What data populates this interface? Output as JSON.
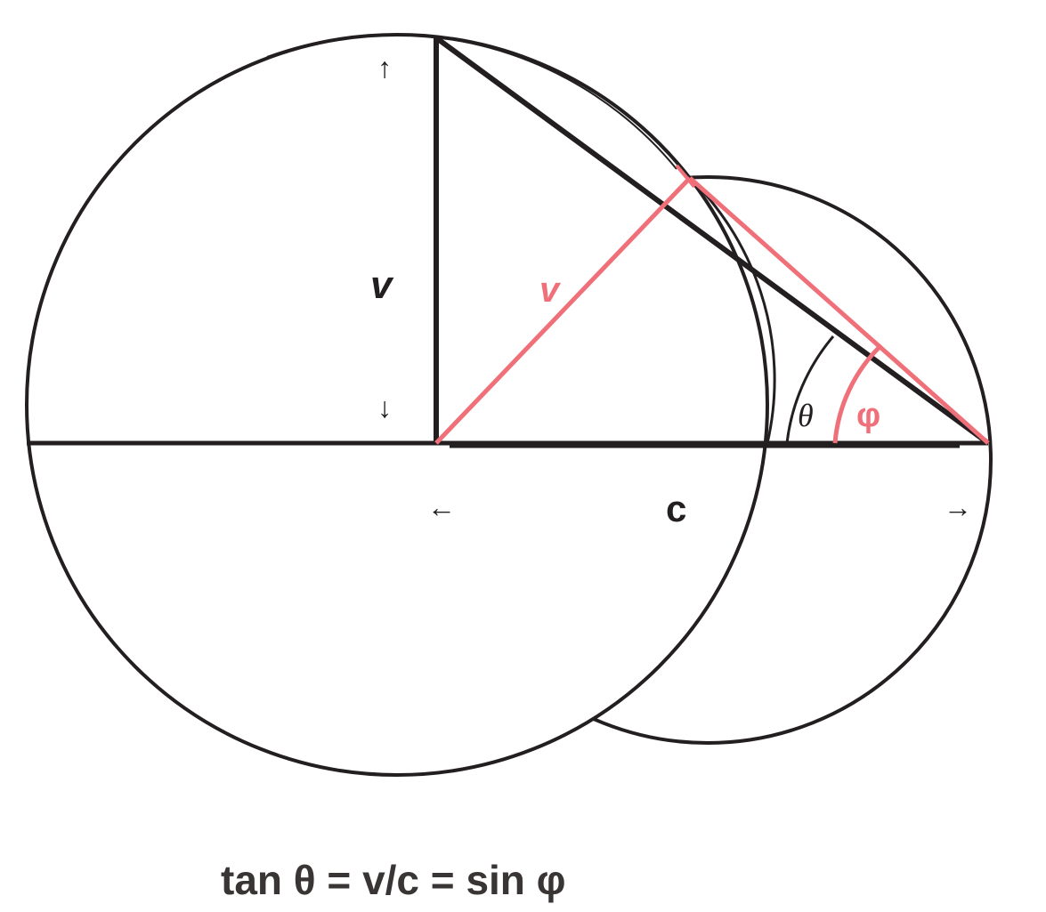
{
  "labels": {
    "v_black": "v",
    "v_red": "v",
    "c": "c",
    "theta": "θ",
    "phi": "φ",
    "arrow_up": "↑",
    "arrow_down": "↓",
    "arrow_left": "←",
    "arrow_right": "→"
  },
  "formula": "tan θ = v/c = sin φ",
  "colors": {
    "ink": "#231f20",
    "red": "#f0707a"
  }
}
